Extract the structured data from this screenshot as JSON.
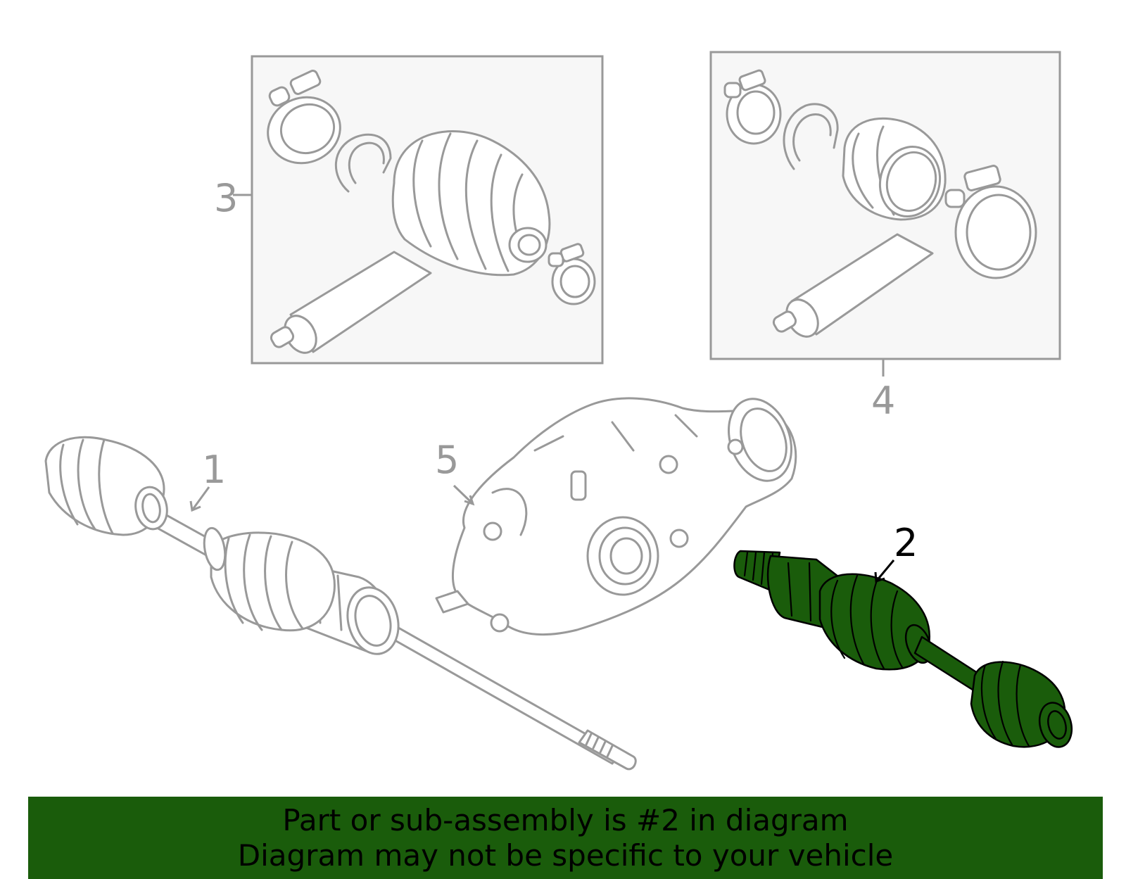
{
  "callouts": {
    "c1": "1",
    "c2": "2",
    "c3": "3",
    "c4": "4",
    "c5": "5"
  },
  "highlighted_part": "2",
  "colors": {
    "highlight": "#1a5c0b",
    "outline": "#999999",
    "kit_box_fill": "#f7f7f7",
    "banner": "#1a5c0b"
  },
  "banner": {
    "line1": "Part or sub-assembly is #2 in diagram",
    "line2": "Diagram may not be specific to your vehicle"
  }
}
